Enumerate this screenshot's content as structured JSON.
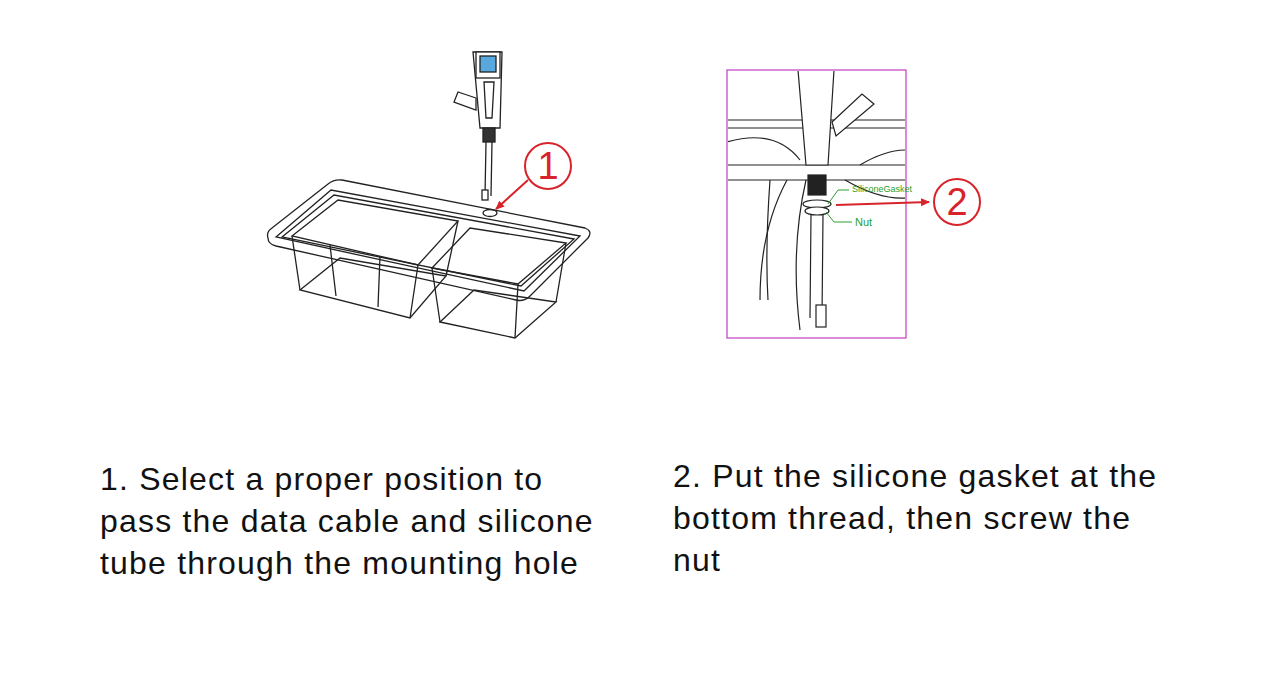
{
  "diagram": {
    "nodes": [
      {
        "text": [
          "1"
        ]
      },
      {
        "text": [
          "2"
        ]
      }
    ],
    "labels": [
      "SiliconeGasket",
      "Nut",
      "1. Select a proper position to pass the data cable and silicone tube through the mounting hole",
      "2. Put the silicone gasket at the bottom thread, then screw the nut"
    ]
  }
}
